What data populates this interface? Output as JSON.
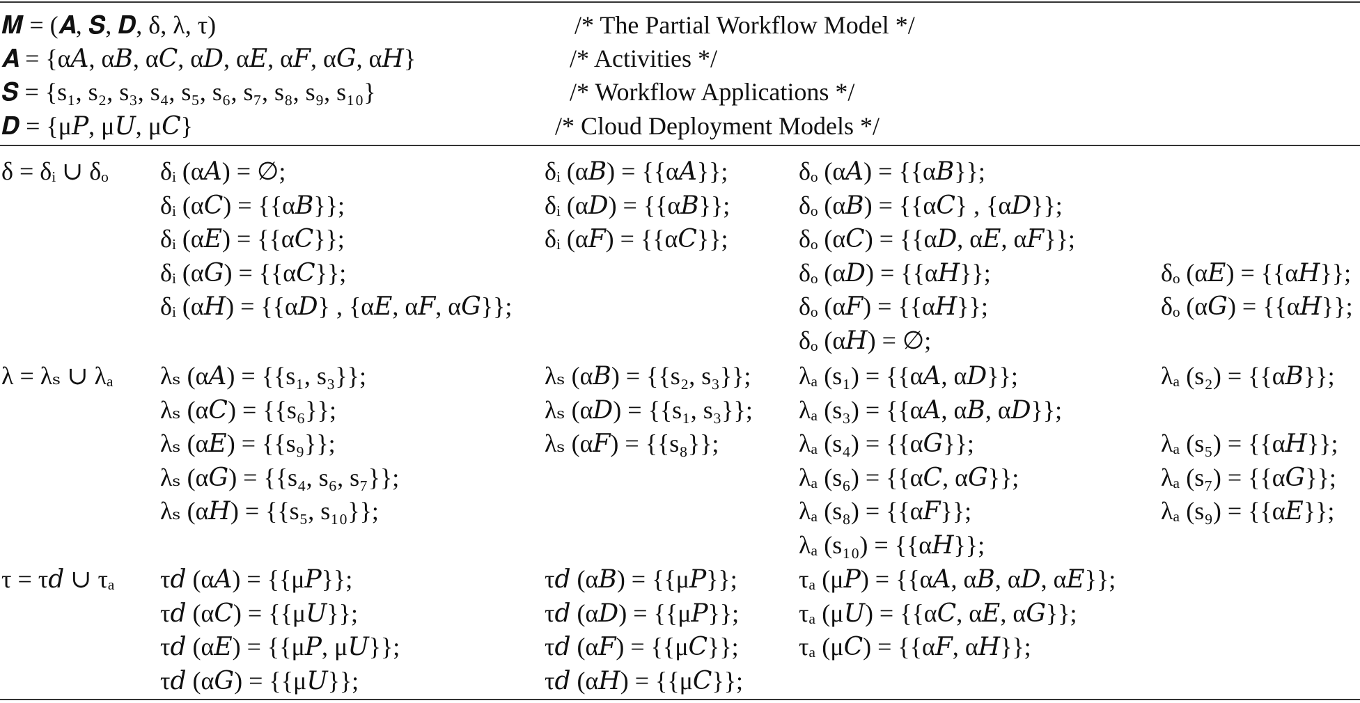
{
  "header": [
    {
      "def": "𝑴 = (𝑨, 𝑺, 𝑫, δ, λ, τ)",
      "comment": "/* The Partial Workflow Model */"
    },
    {
      "def": "𝑨 = {α𝐴, α𝐵, α𝐶, α𝐷, α𝐸, α𝐹, α𝐺, α𝐻}",
      "comment": "/* Activities */"
    },
    {
      "def": "𝑺 = {s₁, s₂, s₃, s₄, s₅, s₆, s₇, s₈, s₉, s₁₀}",
      "comment": "/* Workflow Applications */"
    },
    {
      "def": "𝑫 = {μ𝑃, μ𝑈, μ𝐶}",
      "comment": "/* Cloud Deployment Models */"
    }
  ],
  "groups": [
    {
      "label": "δ = δᵢ ∪ δₒ",
      "col1": [
        "δᵢ (α𝐴) = ∅;",
        "δᵢ (α𝐶) = {{α𝐵}};",
        "δᵢ (α𝐸) = {{α𝐶}};",
        "δᵢ (α𝐺) = {{α𝐶}};",
        "δᵢ (α𝐻) = {{α𝐷} , {α𝐸, α𝐹, α𝐺}};"
      ],
      "col2": [
        "δᵢ (α𝐵) = {{α𝐴}};",
        "δᵢ (α𝐷) = {{α𝐵}};",
        "δᵢ (α𝐹) = {{α𝐶}};",
        "",
        ""
      ],
      "col3": [
        "δₒ (α𝐴) = {{α𝐵}};",
        "δₒ (α𝐵) = {{α𝐶} , {α𝐷}};",
        "δₒ (α𝐶) = {{α𝐷, α𝐸, α𝐹}};",
        "δₒ (α𝐷) = {{α𝐻}};",
        "δₒ (α𝐹) = {{α𝐻}};",
        "δₒ (α𝐻) = ∅;"
      ],
      "col4": [
        "",
        "",
        "",
        "δₒ (α𝐸) = {{α𝐻}};",
        "δₒ (α𝐺) = {{α𝐻}};",
        ""
      ]
    },
    {
      "label": "λ = λₛ ∪ λₐ",
      "col1": [
        "λₛ (α𝐴) = {{s₁, s₃}};",
        "λₛ (α𝐶) = {{s₆}};",
        "λₛ (α𝐸) = {{s₉}};",
        "λₛ (α𝐺) = {{s₄, s₆, s₇}};",
        "λₛ (α𝐻) = {{s₅, s₁₀}};"
      ],
      "col2": [
        "λₛ (α𝐵) = {{s₂, s₃}};",
        "λₛ (α𝐷) = {{s₁, s₃}};",
        "λₛ (α𝐹) = {{s₈}};",
        "",
        ""
      ],
      "col3": [
        "λₐ (s₁) = {{α𝐴, α𝐷}};",
        "λₐ (s₃) = {{α𝐴, α𝐵, α𝐷}};",
        "λₐ (s₄) = {{α𝐺}};",
        "λₐ (s₆) = {{α𝐶, α𝐺}};",
        "λₐ (s₈) = {{α𝐹}};",
        "λₐ (s₁₀) = {{α𝐻}};"
      ],
      "col4": [
        "λₐ (s₂) = {{α𝐵}};",
        "",
        "λₐ (s₅) = {{α𝐻}};",
        "λₐ (s₇) = {{α𝐺}};",
        "λₐ (s₉) = {{α𝐸}};",
        ""
      ]
    },
    {
      "label": "τ = τ𝑑 ∪ τₐ",
      "col1": [
        "τ𝑑 (α𝐴) = {{μ𝑃}};",
        "τ𝑑 (α𝐶) = {{μ𝑈}};",
        "τ𝑑 (α𝐸) = {{μ𝑃, μ𝑈}};",
        "τ𝑑 (α𝐺) = {{μ𝑈}};"
      ],
      "col2": [
        "τ𝑑 (α𝐵) = {{μ𝑃}};",
        "τ𝑑 (α𝐷) = {{μ𝑃}};",
        "τ𝑑 (α𝐹) = {{μ𝐶}};",
        "τ𝑑 (α𝐻) = {{μ𝐶}};"
      ],
      "col3": [
        "τₐ (μ𝑃) = {{α𝐴, α𝐵, α𝐷, α𝐸}};",
        "τₐ (μ𝑈) = {{α𝐶, α𝐸, α𝐺}};",
        "τₐ (μ𝐶) = {{α𝐹, α𝐻}};",
        ""
      ],
      "col4": [
        "",
        "",
        "",
        ""
      ]
    }
  ]
}
